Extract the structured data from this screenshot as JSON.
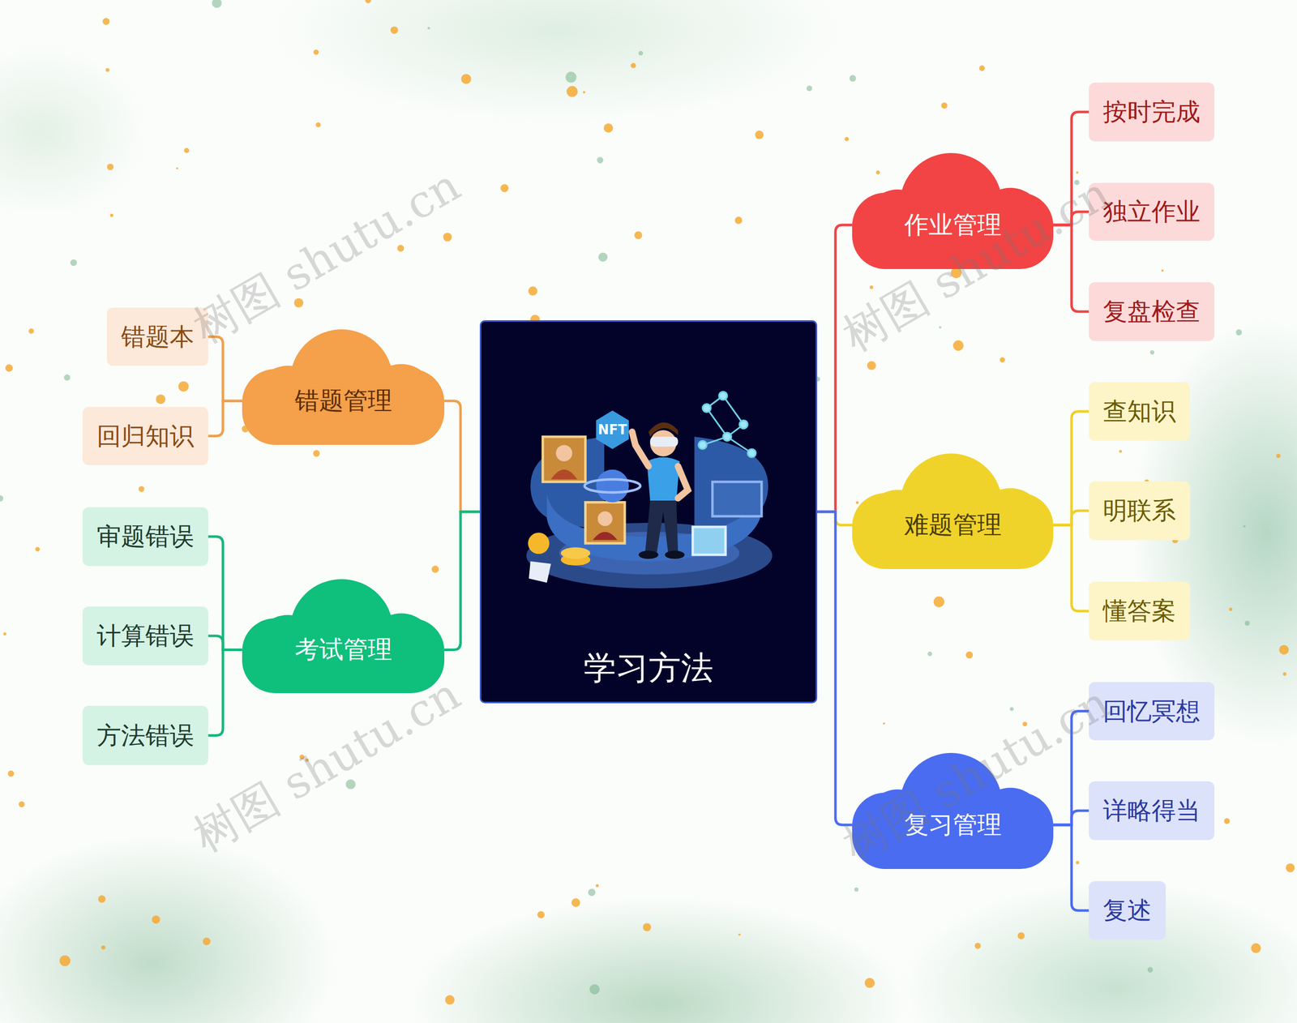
{
  "diagram": {
    "nodes": [
      {
        "text": [
          "学习方法"
        ]
      },
      {
        "text": [
          "错题管理"
        ]
      },
      {
        "text": [
          "错题本"
        ]
      },
      {
        "text": [
          "回归知识"
        ]
      },
      {
        "text": [
          "考试管理"
        ]
      },
      {
        "text": [
          "审题错误"
        ]
      },
      {
        "text": [
          "计算错误"
        ]
      },
      {
        "text": [
          "方法错误"
        ]
      },
      {
        "text": [
          "作业管理"
        ]
      },
      {
        "text": [
          "按时完成"
        ]
      },
      {
        "text": [
          "独立作业"
        ]
      },
      {
        "text": [
          "复盘检查"
        ]
      },
      {
        "text": [
          "难题管理"
        ]
      },
      {
        "text": [
          "查知识"
        ]
      },
      {
        "text": [
          "明联系"
        ]
      },
      {
        "text": [
          "懂答案"
        ]
      },
      {
        "text": [
          "复习管理"
        ]
      },
      {
        "text": [
          "回忆冥想"
        ]
      },
      {
        "text": [
          "详略得当"
        ]
      },
      {
        "text": [
          "复述"
        ]
      }
    ],
    "edges": [
      {
        "from": 0,
        "to": 1,
        "arrow": "none"
      },
      {
        "from": 1,
        "to": 2,
        "arrow": "none"
      },
      {
        "from": 1,
        "to": 3,
        "arrow": "none"
      },
      {
        "from": 0,
        "to": 4,
        "arrow": "none"
      },
      {
        "from": 4,
        "to": 5,
        "arrow": "none"
      },
      {
        "from": 4,
        "to": 6,
        "arrow": "none"
      },
      {
        "from": 4,
        "to": 7,
        "arrow": "none"
      },
      {
        "from": 0,
        "to": 8,
        "arrow": "none"
      },
      {
        "from": 8,
        "to": 9,
        "arrow": "none"
      },
      {
        "from": 8,
        "to": 10,
        "arrow": "none"
      },
      {
        "from": 8,
        "to": 11,
        "arrow": "none"
      },
      {
        "from": 0,
        "to": 12,
        "arrow": "none"
      },
      {
        "from": 12,
        "to": 13,
        "arrow": "none"
      },
      {
        "from": 12,
        "to": 14,
        "arrow": "none"
      },
      {
        "from": 12,
        "to": 15,
        "arrow": "none"
      },
      {
        "from": 0,
        "to": 16,
        "arrow": "none"
      },
      {
        "from": 16,
        "to": 17,
        "arrow": "none"
      },
      {
        "from": 16,
        "to": 18,
        "arrow": "none"
      },
      {
        "from": 16,
        "to": 19,
        "arrow": "none"
      }
    ],
    "labels": [
      "树图 shutu.cn",
      "树图 shutu.cn",
      "树图 shutu.cn",
      "树图 shutu.cn"
    ]
  }
}
